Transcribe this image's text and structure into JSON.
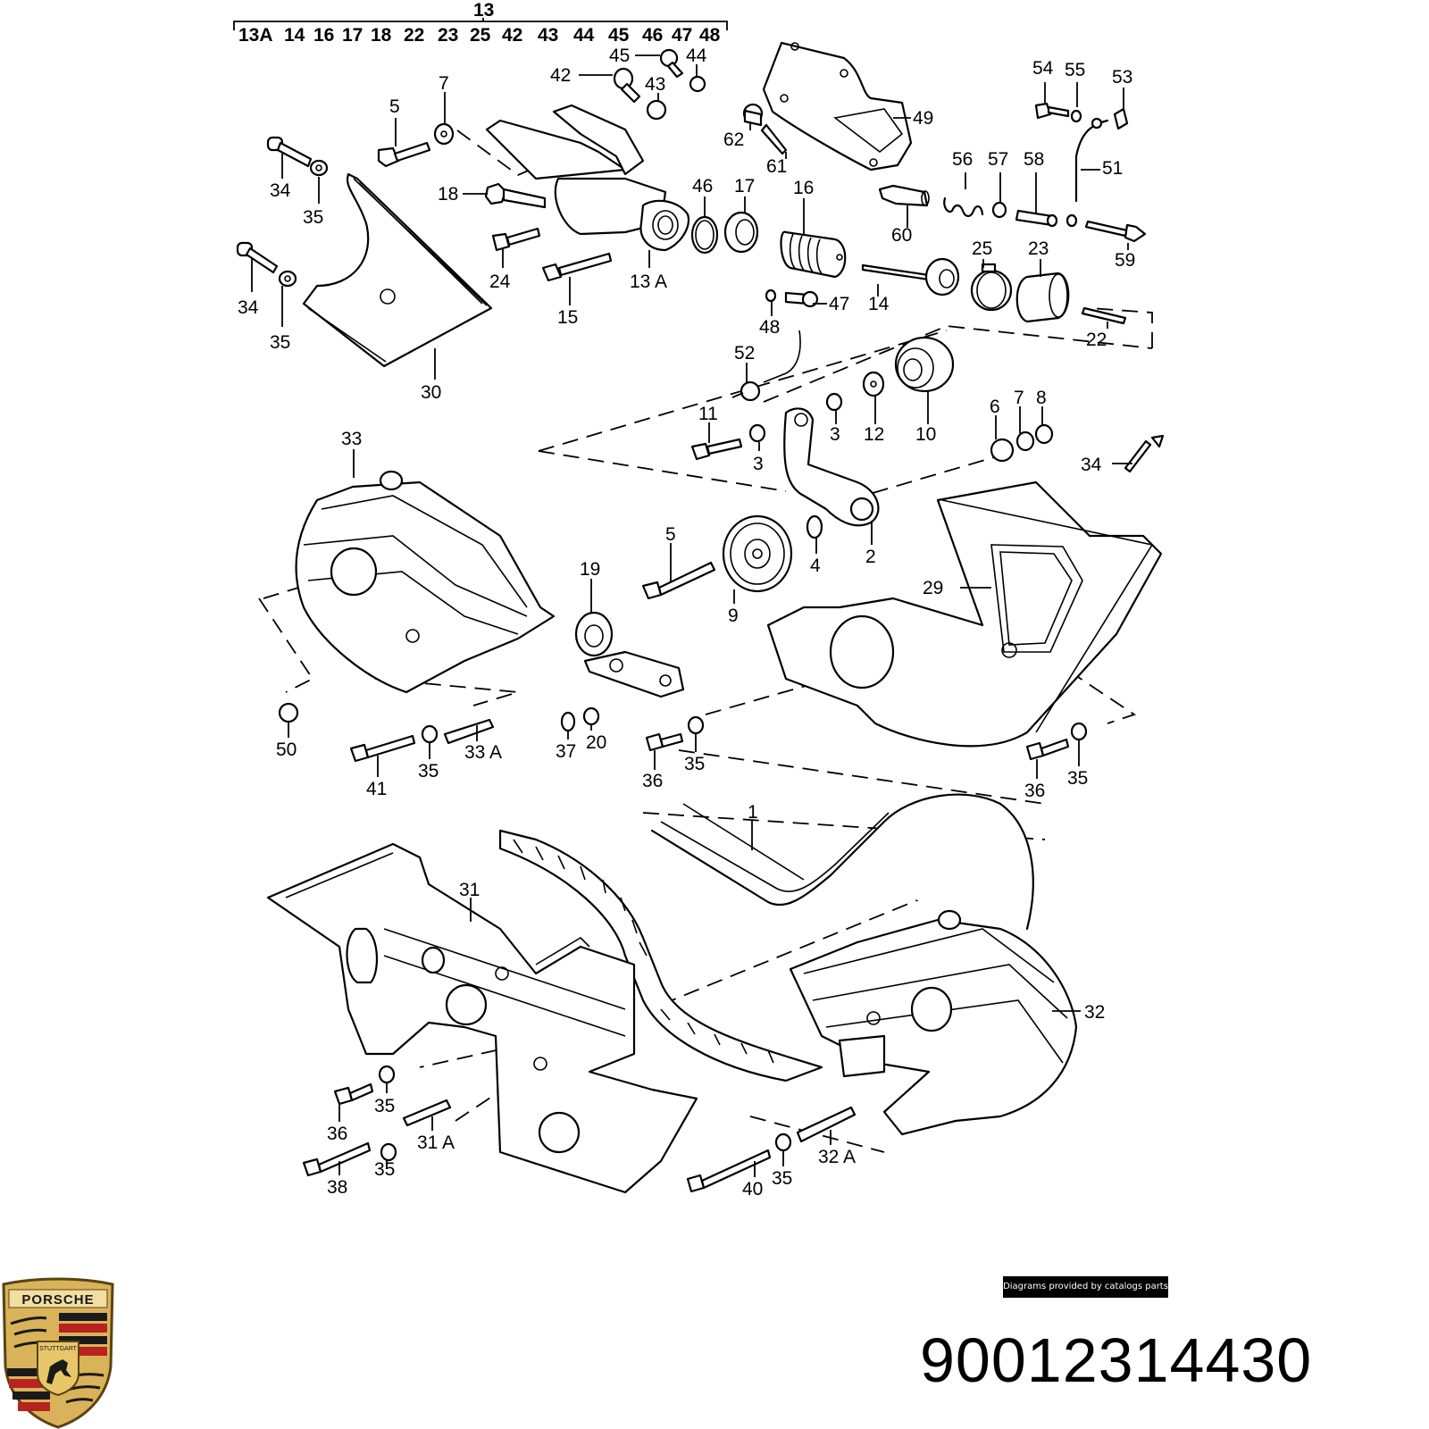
{
  "header": {
    "group_label": "13",
    "group_members": [
      "13A",
      "14",
      "16",
      "17",
      "18",
      "22",
      "23",
      "25",
      "42",
      "43",
      "44",
      "45",
      "46",
      "47",
      "48"
    ]
  },
  "callouts": {
    "c13A": "13 A",
    "c14": "14",
    "c15": "15",
    "c16": "16",
    "c17": "17",
    "c18": "18",
    "c22": "22",
    "c23": "23",
    "c24": "24",
    "c25": "25",
    "c30": "30",
    "c42": "42",
    "c43": "43",
    "c44": "44",
    "c45": "45",
    "c46": "46",
    "c47": "47",
    "c48": "48",
    "c49": "49",
    "c51": "51",
    "c52": "52",
    "c53": "53",
    "c54": "54",
    "c55": "55",
    "c56": "56",
    "c57": "57",
    "c58": "58",
    "c59": "59",
    "c60": "60",
    "c61": "61",
    "c62": "62",
    "c5a": "5",
    "c7a": "7",
    "c34a": "34",
    "c35a": "35",
    "c34b": "34",
    "c35b": "35",
    "c11": "11",
    "c3a": "3",
    "c3b": "3",
    "c12": "12",
    "c10": "10",
    "c6": "6",
    "c7b": "7",
    "c8": "8",
    "c34c": "34",
    "c2": "2",
    "c4": "4",
    "c5b": "5",
    "c9": "9",
    "c19": "19",
    "c29": "29",
    "c33": "33",
    "c50": "50",
    "c41": "41",
    "c35c": "35",
    "c33A": "33 A",
    "c37": "37",
    "c20": "20",
    "c36a": "36",
    "c35d": "35",
    "c36b": "36",
    "c35e": "35",
    "c1": "1",
    "c31": "31",
    "c36c": "36",
    "c35f": "35",
    "c31A": "31 A",
    "c38": "38",
    "c35g": "35",
    "c32": "32",
    "c40": "40",
    "c35h": "35",
    "c32A": "32 A"
  },
  "footer": {
    "attribution": "Diagrams provided by catalogs parts",
    "part_number": "90012314430",
    "brand_logo": "porsche-crest",
    "logo_text": "PORSCHE",
    "logo_subtext": "STUTTGART"
  },
  "colors": {
    "line": "#000000",
    "background": "#ffffff",
    "banner_bg": "#000000",
    "banner_text": "#ffffff",
    "logo_gold": "#d9b35a",
    "logo_red": "#b8221f",
    "logo_black": "#1a1a1a"
  }
}
